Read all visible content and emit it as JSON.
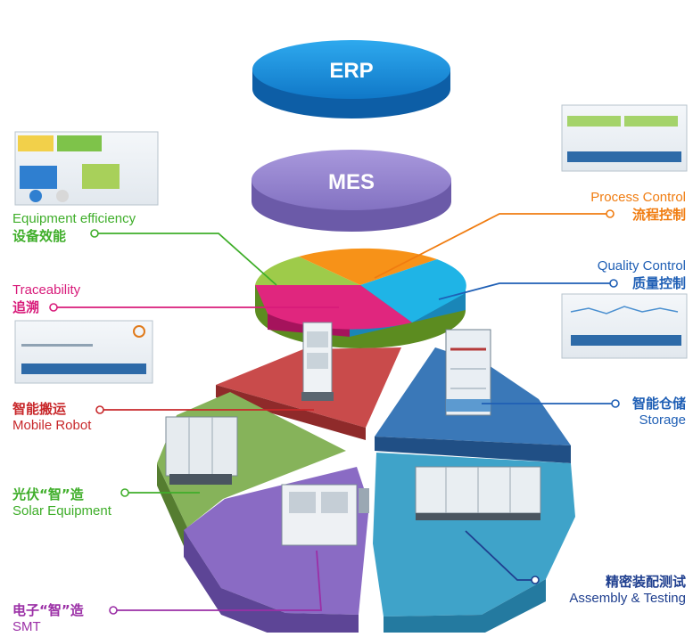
{
  "layers": {
    "erp": {
      "label": "ERP",
      "color": "#1f8fd6"
    },
    "mes": {
      "label": "MES",
      "color": "#8f7fc9"
    }
  },
  "callouts": {
    "equipment_efficiency": {
      "en": "Equipment efficiency",
      "zh": "设备效能",
      "color": "#3fae2a"
    },
    "process_control": {
      "en": "Process Control",
      "zh": "流程控制",
      "color": "#f07c10"
    },
    "quality_control": {
      "en": "Quality Control",
      "zh": "质量控制",
      "color": "#1f5fb5"
    },
    "traceability": {
      "en": "Traceability",
      "zh": "追溯",
      "color": "#d81b7a"
    },
    "mobile_robot": {
      "zh": "智能搬运",
      "en": "Mobile Robot",
      "color": "#c8282b"
    },
    "storage": {
      "zh": "智能仓储",
      "en": "Storage",
      "color": "#1f5fb5"
    },
    "solar": {
      "zh": "光伏“智”造",
      "en": "Solar Equipment",
      "color": "#3fae2a"
    },
    "smt": {
      "zh": "电子“智”造",
      "en": "SMT",
      "color": "#9b2fa6"
    },
    "assembly": {
      "zh": "精密装配测试",
      "en": "Assembly & Testing",
      "color": "#1f3f8f"
    }
  }
}
